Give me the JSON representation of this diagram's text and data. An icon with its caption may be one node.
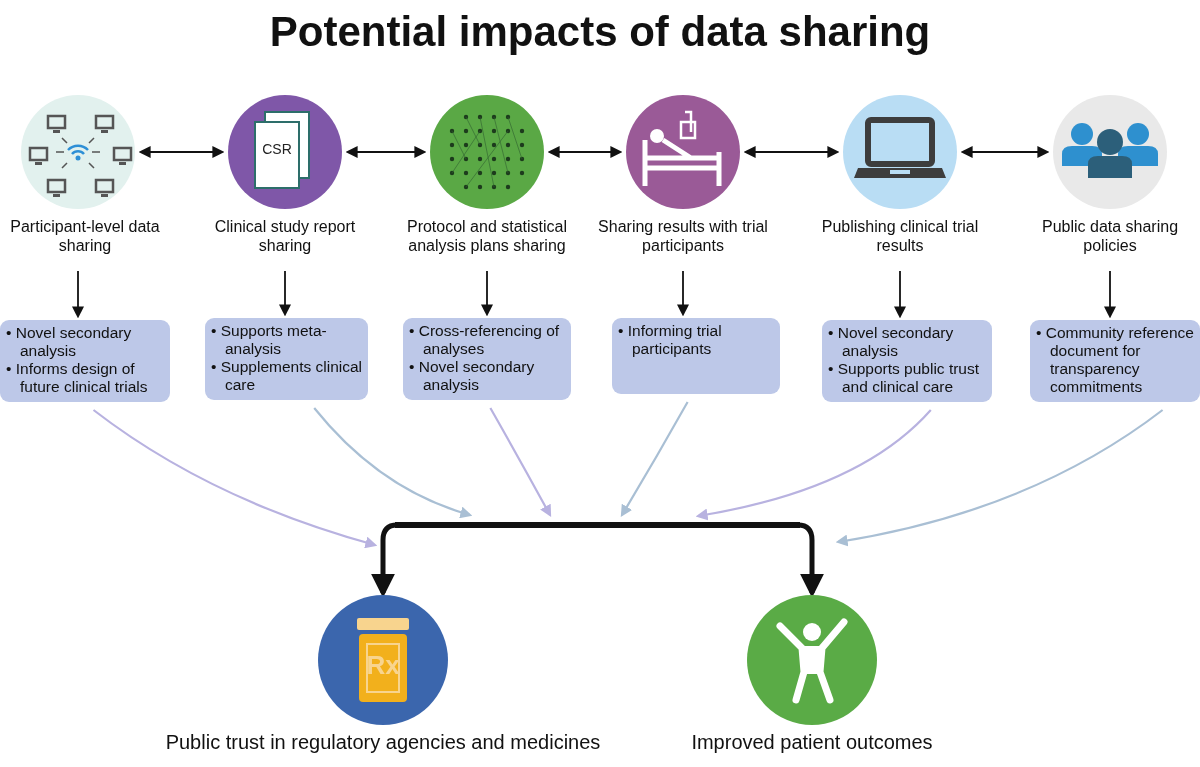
{
  "diagram": {
    "title": "Potential impacts of data sharing",
    "nodes": [
      {
        "text": [
          "Participant-level data sharing"
        ]
      },
      {
        "text": [
          "Clinical study report sharing"
        ]
      },
      {
        "text": [
          "Protocol and statistical analysis plans sharing"
        ]
      },
      {
        "text": [
          "Sharing results with trial participants"
        ]
      },
      {
        "text": [
          "Publishing clinical trial results"
        ]
      },
      {
        "text": [
          "Public data sharing policies"
        ]
      },
      {
        "text": [
          "• Novel secondary analysis",
          "• Informs design of future clinical trials"
        ]
      },
      {
        "text": [
          "• Supports meta-analysis",
          "• Supplements clinical care"
        ]
      },
      {
        "text": [
          "• Cross-referencing of analyses",
          "• Novel secondary analysis"
        ]
      },
      {
        "text": [
          "• Informing trial participants"
        ]
      },
      {
        "text": [
          "• Novel secondary analysis",
          "• Supports public trust and clinical care"
        ]
      },
      {
        "text": [
          "• Community reference document for transparency commitments"
        ]
      },
      {
        "text": [],
        "shape": "bar"
      },
      {
        "text": [
          "Public trust in regulatory agencies and medicines"
        ]
      },
      {
        "text": [
          "Improved patient outcomes"
        ]
      }
    ],
    "edges": [
      {
        "from": 0,
        "to": 1,
        "arrow": "both"
      },
      {
        "from": 1,
        "to": 2,
        "arrow": "both"
      },
      {
        "from": 2,
        "to": 3,
        "arrow": "both"
      },
      {
        "from": 3,
        "to": 4,
        "arrow": "both"
      },
      {
        "from": 4,
        "to": 5,
        "arrow": "both"
      },
      {
        "from": 0,
        "to": 6,
        "arrow": "to"
      },
      {
        "from": 1,
        "to": 7,
        "arrow": "to"
      },
      {
        "from": 2,
        "to": 8,
        "arrow": "to"
      },
      {
        "from": 3,
        "to": 9,
        "arrow": "to"
      },
      {
        "from": 4,
        "to": 10,
        "arrow": "to"
      },
      {
        "from": 5,
        "to": 11,
        "arrow": "to"
      },
      {
        "from": 6,
        "to": 12,
        "arrow": "to",
        "color": "#b8b2e0"
      },
      {
        "from": 7,
        "to": 12,
        "arrow": "to",
        "color": "#a9bfd4"
      },
      {
        "from": 8,
        "to": 12,
        "arrow": "to",
        "color": "#b8b2e0"
      },
      {
        "from": 9,
        "to": 12,
        "arrow": "to",
        "color": "#a9bfd4"
      },
      {
        "from": 10,
        "to": 12,
        "arrow": "to",
        "color": "#b8b2e0"
      },
      {
        "from": 11,
        "to": 12,
        "arrow": "to",
        "color": "#a9bfd4"
      },
      {
        "from": 12,
        "to": 13,
        "arrow": "to",
        "style": "thick"
      },
      {
        "from": 12,
        "to": 14,
        "arrow": "to",
        "style": "thick"
      }
    ],
    "labels": [
      "CSR",
      "Rx"
    ]
  }
}
